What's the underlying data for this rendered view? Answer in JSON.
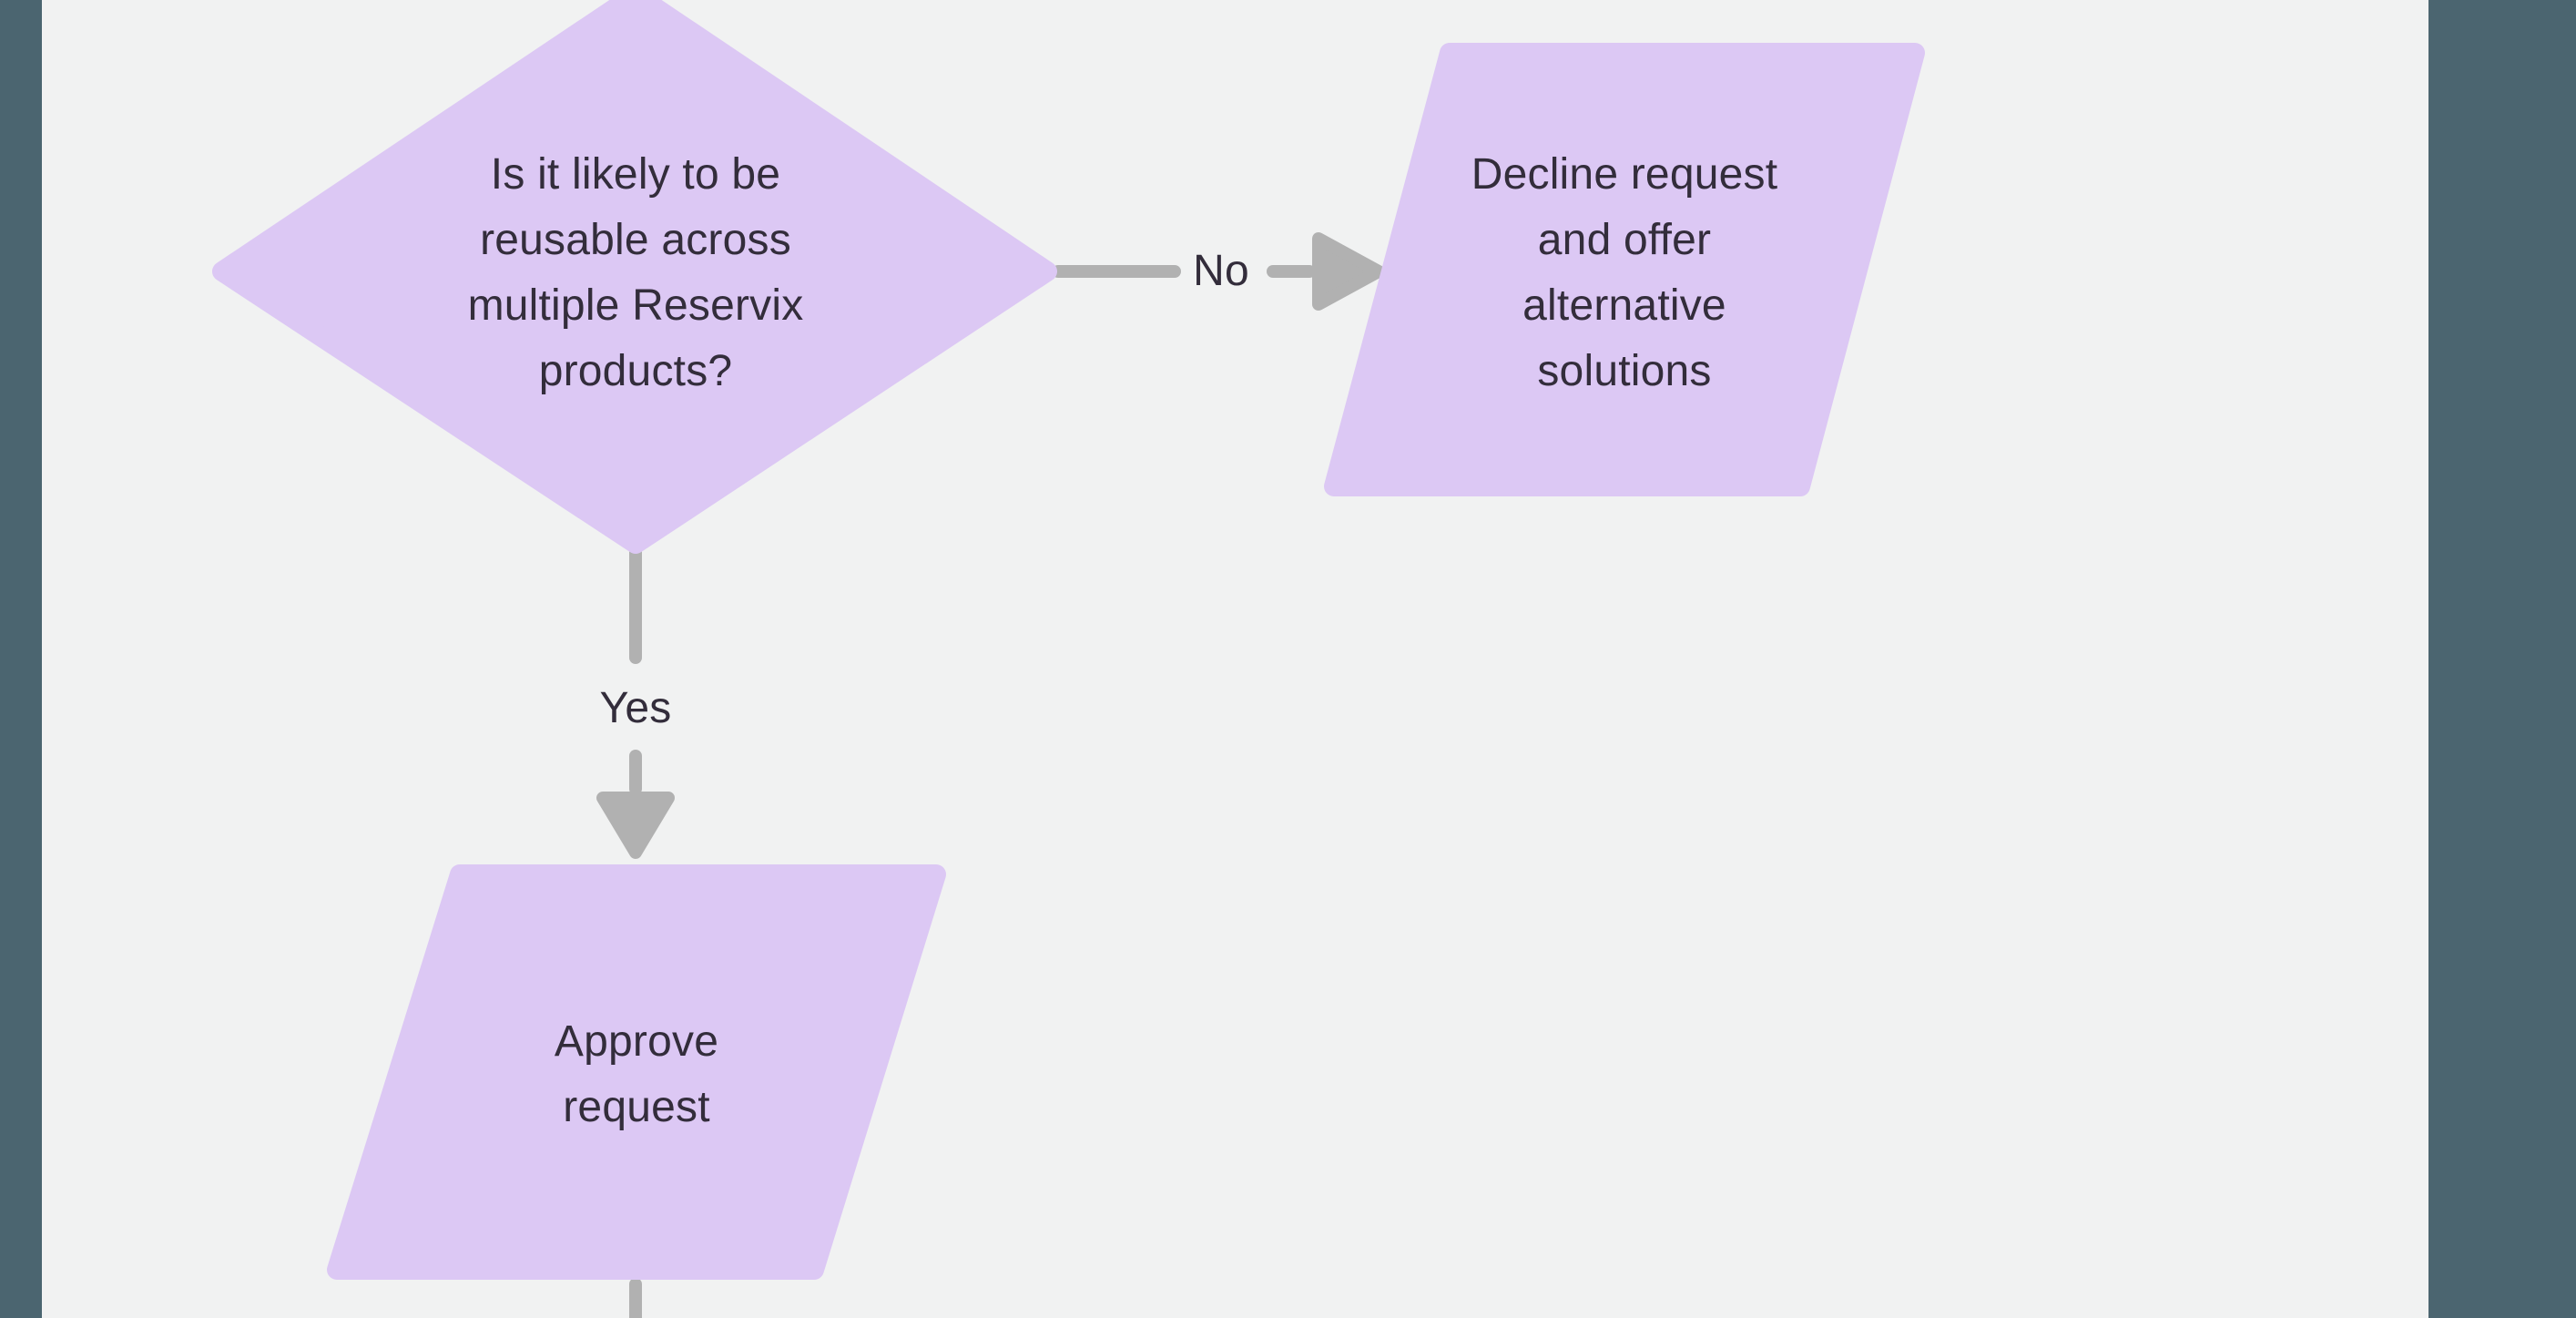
{
  "canvas": {
    "background_color": "#f1f2f2",
    "frame_color": "#4b6570"
  },
  "colors": {
    "node_fill": "#dcc8f4",
    "connector": "#b1b1b1",
    "text": "#332d3b"
  },
  "flowchart": {
    "nodes": [
      {
        "id": "decision",
        "type": "decision-diamond",
        "label": "Is it likely to be\nreusable across\nmultiple Reservix\nproducts?"
      },
      {
        "id": "decline",
        "type": "parallelogram",
        "label": "Decline request\nand offer\nalternative\nsolutions"
      },
      {
        "id": "approve",
        "type": "parallelogram",
        "label": "Approve\nrequest"
      }
    ],
    "edges": [
      {
        "from": "decision",
        "to": "decline",
        "label": "No"
      },
      {
        "from": "decision",
        "to": "approve",
        "label": "Yes"
      },
      {
        "from": "approve",
        "to": "offscreen-below",
        "label": ""
      }
    ]
  }
}
